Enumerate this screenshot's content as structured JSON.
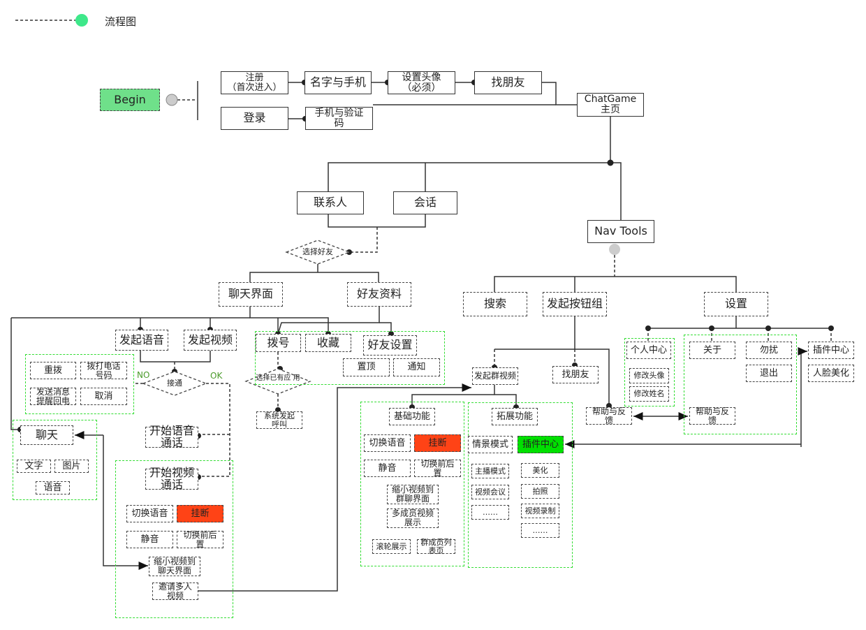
{
  "legend": {
    "label": "流程图",
    "color": "#3ee88a"
  },
  "colors": {
    "group_border": "#33dd33",
    "hangup": "#ff4316",
    "plugin": "#00e000",
    "begin": "#6fe08a"
  },
  "top": {
    "begin": "Begin",
    "register": "注册\n（首次进入）",
    "name_phone": "名字与手机",
    "avatar": "设置头像\n（必须）",
    "find_friends": "找朋友",
    "login": "登录",
    "phone_code": "手机与验证\n码",
    "home": "ChatGame\n主页"
  },
  "main": {
    "contacts": "联系人",
    "sessions": "会话",
    "select_friend": "选择好友",
    "nav_tools": "Nav Tools",
    "chat_ui": "聊天界面",
    "friend_profile": "好友资料",
    "search": "搜索",
    "launch_group": "发起按钮组",
    "settings": "设置"
  },
  "chat": {
    "voice_call": "发起语音",
    "video_call": "发起视频",
    "redial": "重拨",
    "dial_number": "拨打电话\n号码",
    "send_reminder": "发送消息\n提醒回电",
    "cancel": "取消",
    "connected": "接通",
    "no": "NO",
    "ok": "OK",
    "chat": "聊天",
    "text": "文字",
    "image": "图片",
    "voice": "语音",
    "start_voice": "开始语音\n通话",
    "start_video": "开始视频\n通话",
    "switch_voice": "切换语音",
    "hangup": "挂断",
    "mute": "静音",
    "switch_camera": "切换前后\n置",
    "shrink_chat": "缩小视频到\n聊天界面",
    "invite_multi": "邀请多人\n视频"
  },
  "profile": {
    "dial": "拨号",
    "favorite": "收藏",
    "friend_settings": "好友设置",
    "pin": "置顶",
    "notify": "通知",
    "select_app": "选择已有应\n用",
    "system_call": "系统发起\n呼叫"
  },
  "group_video": {
    "title": "发起群视频",
    "find_friends": "找朋友",
    "basic": "基础功能",
    "switch_voice": "切换语音",
    "hangup": "挂断",
    "mute": "静音",
    "switch_camera": "切换前后\n置",
    "shrink_group": "缩小视频到\n群聊界面",
    "multi_display": "多成员视频\n展示",
    "scroll_display": "滚轮展示",
    "member_list": "群成员列\n表页",
    "extended": "拓展功能",
    "scene_mode": "情景模式",
    "plugin_center": "插件中心",
    "anchor_mode": "主播模式",
    "beautify": "美化",
    "video_meeting": "视频会议",
    "photo": "拍照",
    "more1": "……",
    "video_record": "视频录制",
    "more2": "……"
  },
  "settings": {
    "personal_center": "个人中心",
    "change_avatar": "修改头像",
    "change_name": "修改姓名",
    "about": "关于",
    "dnd": "勿扰",
    "logout": "退出",
    "help_feedback": "帮助与反\n馈",
    "plugin_center": "插件中心",
    "face_beautify": "人脸美化",
    "help_feedback_left": "帮助与反\n馈"
  }
}
